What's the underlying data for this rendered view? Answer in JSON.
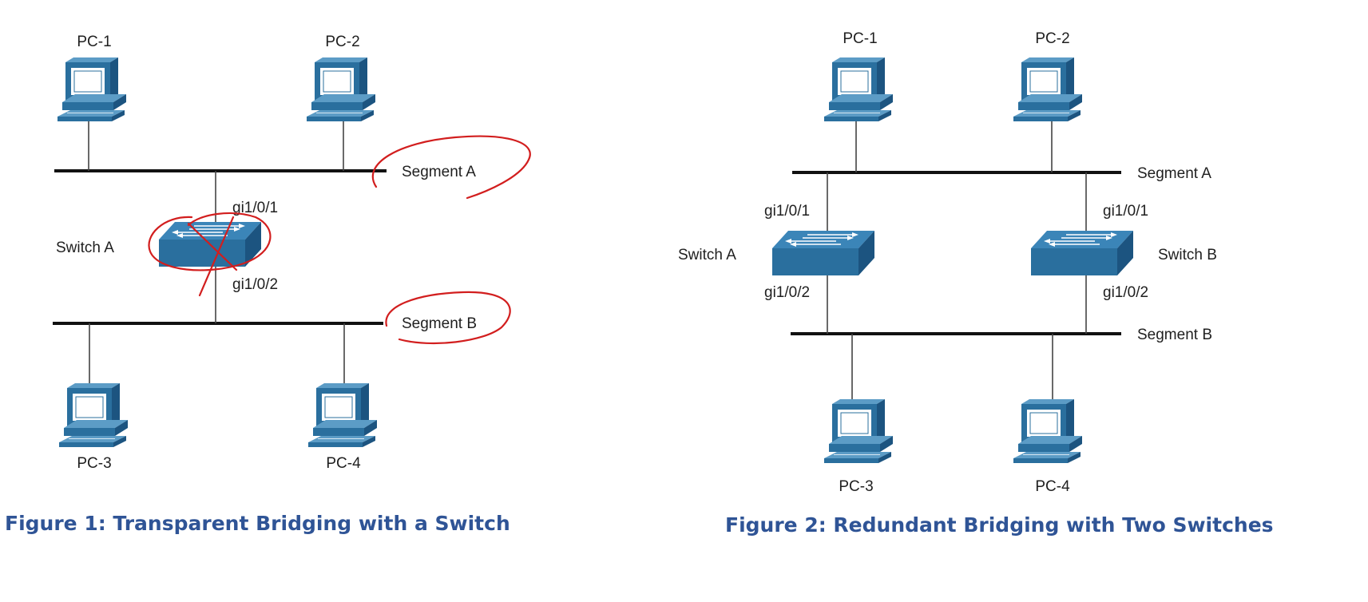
{
  "figure1": {
    "caption": "Figure 1: Transparent Bridging with a Switch",
    "pcs": [
      "PC-1",
      "PC-2",
      "PC-3",
      "PC-4"
    ],
    "segments": [
      "Segment A",
      "Segment B"
    ],
    "switch": "Switch A",
    "ports": [
      "gi1/0/1",
      "gi1/0/2"
    ]
  },
  "figure2": {
    "caption": "Figure 2: Redundant Bridging with Two Switches",
    "pcs": [
      "PC-1",
      "PC-2",
      "PC-3",
      "PC-4"
    ],
    "segments": [
      "Segment A",
      "Segment B"
    ],
    "switches": [
      "Switch A",
      "Switch B"
    ],
    "ports": {
      "switch_a": [
        "gi1/0/1",
        "gi1/0/2"
      ],
      "switch_b": [
        "gi1/0/1",
        "gi1/0/2"
      ]
    }
  },
  "colors": {
    "caption": "#2f5496",
    "device": "#2a6f9e",
    "annotation": "#d21e1e"
  }
}
